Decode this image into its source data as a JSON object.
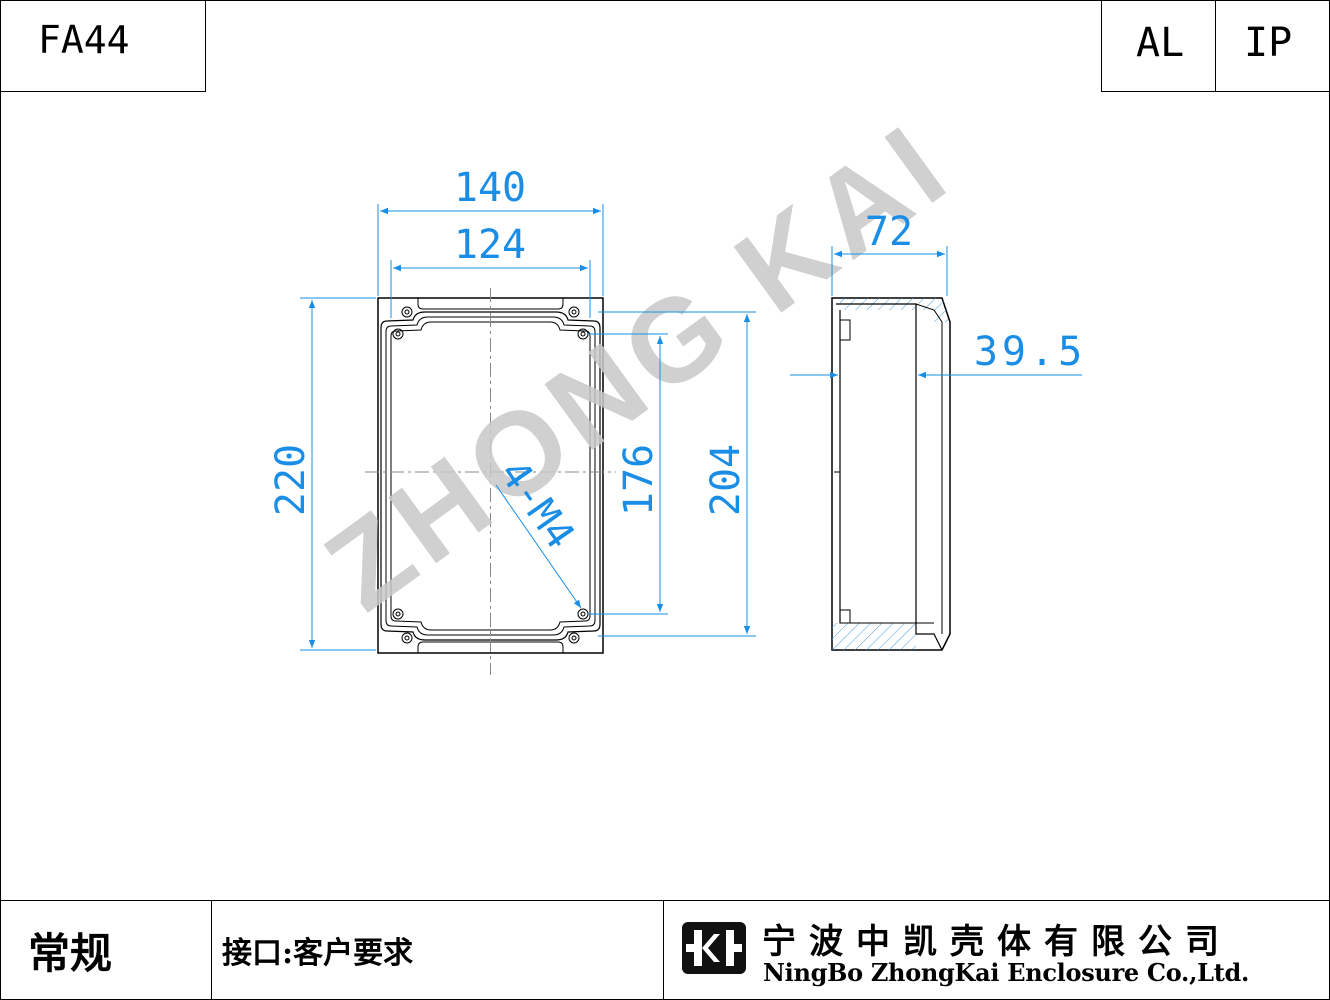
{
  "header": {
    "model": "FA44",
    "material": "AL",
    "protection": "IP"
  },
  "drawing": {
    "watermark": "ZHONG KAI",
    "dimensions": {
      "outer_width": "140",
      "inner_width": "124",
      "outer_length": "220",
      "hole_spacing": "176",
      "inner_length": "204",
      "screw_spec": "4-M4",
      "height": "72",
      "lid_height": "39.5"
    }
  },
  "footer": {
    "type": "常规",
    "interface": "接口:客户要求",
    "company_cn": "宁波中凯壳体有限公司",
    "company_en": "NingBo ZhongKai Enclosure Co.,Ltd."
  },
  "colors": {
    "dimension": "#1a8ee6",
    "line": "#000000",
    "watermark": "#c8c8c8"
  }
}
